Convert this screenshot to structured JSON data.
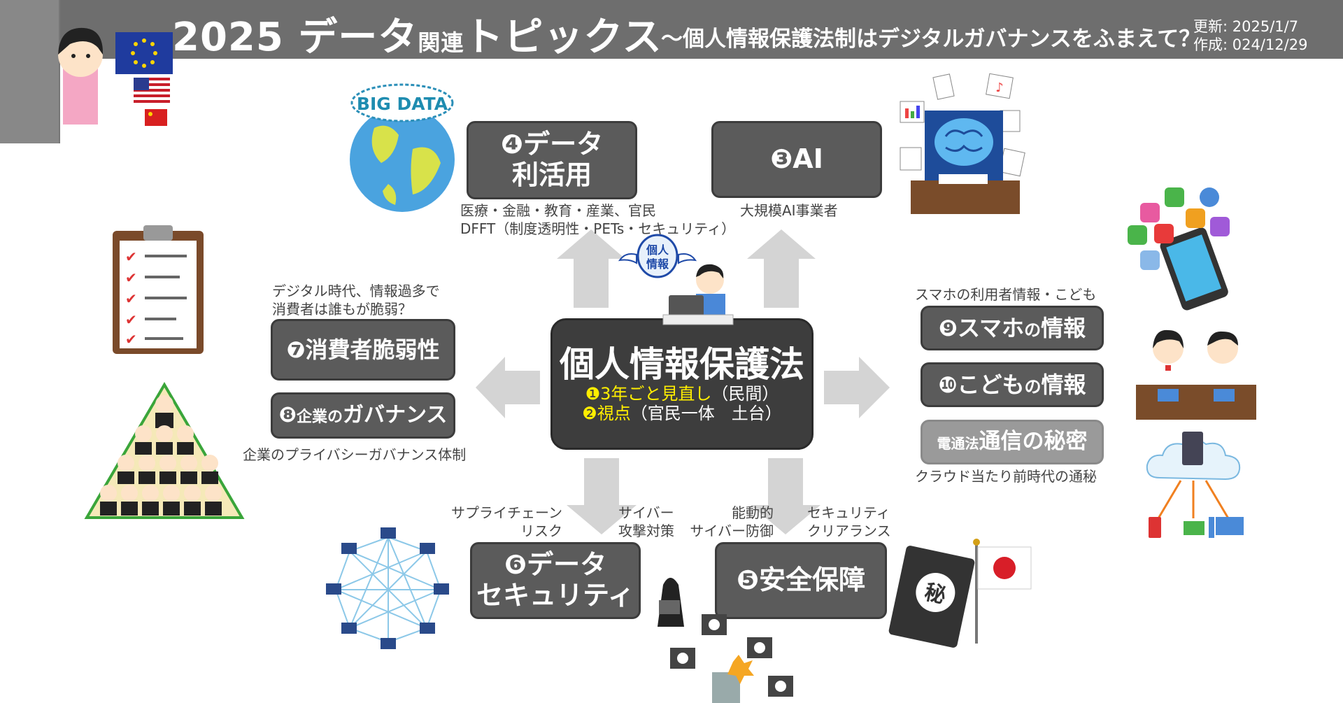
{
  "header": {
    "title_part1": "2025 データ",
    "title_part2": "関連",
    "title_part3": "トピックス",
    "subtitle": "〜個人情報保護法制はデジタルガバナンスをふまえて？",
    "updated": "更新: 2025/1/7",
    "created": "作成: 024/12/29"
  },
  "center": {
    "title": "個人情報保護法",
    "line1_mark": "❶",
    "line1_highlight": "3年ごと見直し",
    "line1_rest": "（民間）",
    "line2_mark": "❷",
    "line2_highlight": "視点",
    "line2_rest": "（官民一体　土台）",
    "badge_line1": "個人",
    "badge_line2": "情報"
  },
  "topics": {
    "t4_line1": "❹データ",
    "t4_line2": "利活用",
    "t4_note1": "医療・金融・教育・産業、官民",
    "t4_note2": "DFFT（制度透明性・PETs・セキュリティ）",
    "t3_label": "❸AI",
    "t3_note": "大規模AI事業者",
    "t7_label": "❼消費者脆弱性",
    "t7_note1": "デジタル時代、情報過多で",
    "t7_note2": "消費者は誰もが脆弱？",
    "t8_label_mark": "❽",
    "t8_label_small": "企業の",
    "t8_label_main": "ガバナンス",
    "t8_note": "企業のプライバシーガバナンス体制",
    "t9_label_main": "❾スマホ",
    "t9_label_small": "の",
    "t9_label_end": "情報",
    "t9_note": "スマホの利用者情報・こども",
    "t10_label_main": "❿こども",
    "t10_label_small": "の",
    "t10_label_end": "情報",
    "tel_label_small": "電通法",
    "tel_label_main": "通信の秘密",
    "tel_note": "クラウド当たり前時代の通秘",
    "t6_line1": "❻データ",
    "t6_line2": "セキュリティ",
    "t5_label": "❺安全保障",
    "note_supply1": "サプライチェーン",
    "note_supply2": "リスク",
    "note_cyber1": "サイバー",
    "note_cyber2": "攻撃対策",
    "note_active1": "能動的",
    "note_active2": "サイバー防御",
    "note_clear1": "セキュリティ",
    "note_clear2": "クリアランス"
  },
  "illustrations": {
    "bigdata_text": "BIG DATA",
    "secret_mark": "秘"
  },
  "colors": {
    "header": "#6e6e6e",
    "box": "#5b5b5b",
    "center_box": "#3d3d3d",
    "arrow": "#d4d4d4",
    "highlight": "#ffee00"
  }
}
